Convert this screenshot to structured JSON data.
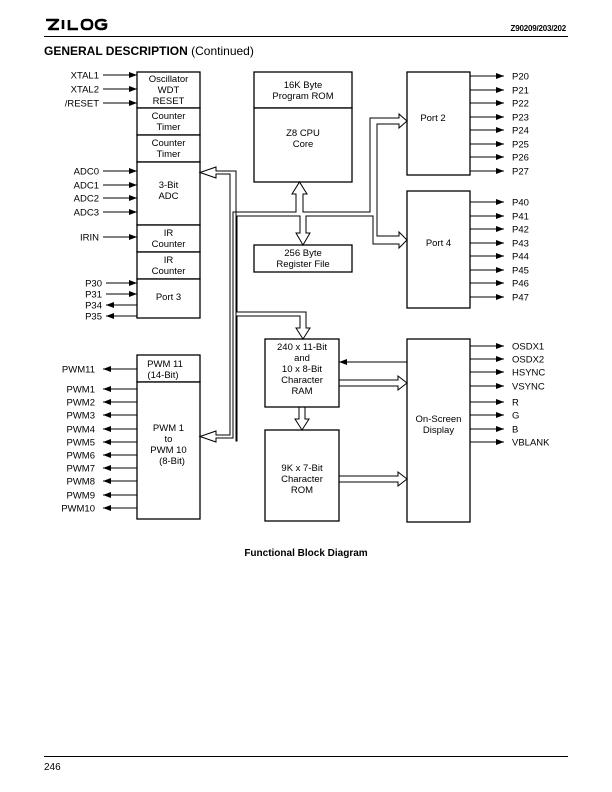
{
  "header": {
    "part_number": "Z90209/203/202",
    "section_title": "GENERAL DESCRIPTION",
    "section_continued": "(Continued)"
  },
  "blocks": {
    "oscillator": [
      "Oscillator",
      "WDT",
      "RESET"
    ],
    "counter_timer_1": [
      "Counter",
      "Timer"
    ],
    "counter_timer_2": [
      "Counter",
      "Timer"
    ],
    "adc": [
      "3-Bit",
      "ADC"
    ],
    "ir_counter_1": [
      "IR",
      "Counter"
    ],
    "ir_counter_2": [
      "IR",
      "Counter"
    ],
    "port3": [
      "Port 3"
    ],
    "pwm11": [
      "PWM 11",
      "(14-Bit)"
    ],
    "pwm1_10": [
      "PWM 1",
      "to",
      "PWM 10",
      "(8-Bit)"
    ],
    "program_rom": [
      "16K Byte",
      "Program ROM"
    ],
    "cpu_core": [
      "Z8 CPU",
      "Core"
    ],
    "register_file": [
      "256 Byte",
      "Register File"
    ],
    "port2": [
      "Port 2"
    ],
    "port4": [
      "Port 4"
    ],
    "char_ram": [
      "240 x 11-Bit",
      "and",
      "10 x 8-Bit",
      "Character",
      "RAM"
    ],
    "char_rom": [
      "9K x 7-Bit",
      "Character",
      "ROM"
    ],
    "osd": [
      "On-Screen",
      "Display"
    ]
  },
  "signals": {
    "oscillator_inputs": [
      "XTAL1",
      "XTAL2",
      "/RESET"
    ],
    "adc_inputs": [
      "ADC0",
      "ADC1",
      "ADC2",
      "ADC3"
    ],
    "ir_input": "IRIN",
    "port3_inputs": [
      "P30",
      "P31"
    ],
    "port3_outputs": [
      "P34",
      "P35"
    ],
    "pwm11_output": "PWM11",
    "pwm_outputs": [
      "PWM1",
      "PWM2",
      "PWM3",
      "PWM4",
      "PWM5",
      "PWM6",
      "PWM7",
      "PWM8",
      "PWM9",
      "PWM10"
    ],
    "port2_pins": [
      "P20",
      "P21",
      "P22",
      "P23",
      "P24",
      "P25",
      "P26",
      "P27"
    ],
    "port4_pins": [
      "P40",
      "P41",
      "P42",
      "P43",
      "P44",
      "P45",
      "P46",
      "P47"
    ],
    "osd_outputs": [
      "OSDX1",
      "OSDX2",
      "HSYNC",
      "VSYNC",
      "R",
      "G",
      "B",
      "VBLANK"
    ]
  },
  "caption": "Functional Block Diagram",
  "page_number": "246"
}
